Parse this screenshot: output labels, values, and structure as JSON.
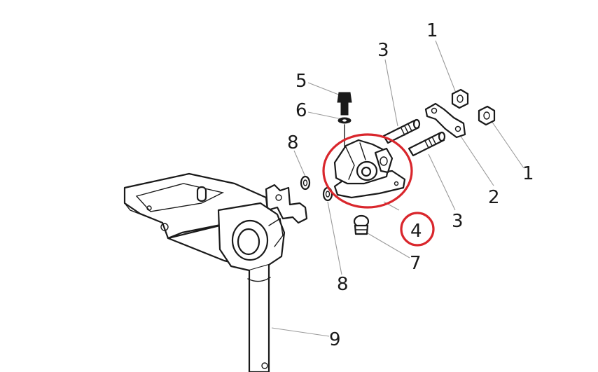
{
  "colors": {
    "line": "#1a1a1a",
    "leader": "#9a9a9a",
    "highlight": "#d9262c",
    "background": "#ffffff"
  },
  "callouts": [
    {
      "id": "c1a",
      "text": "1"
    },
    {
      "id": "c1b",
      "text": "1"
    },
    {
      "id": "c2",
      "text": "2"
    },
    {
      "id": "c3a",
      "text": "3"
    },
    {
      "id": "c3b",
      "text": "3"
    },
    {
      "id": "c4",
      "text": "4",
      "highlighted": true
    },
    {
      "id": "c5",
      "text": "5"
    },
    {
      "id": "c6",
      "text": "6"
    },
    {
      "id": "c7",
      "text": "7"
    },
    {
      "id": "c8a",
      "text": "8"
    },
    {
      "id": "c8b",
      "text": "8"
    },
    {
      "id": "c9",
      "text": "9"
    }
  ]
}
